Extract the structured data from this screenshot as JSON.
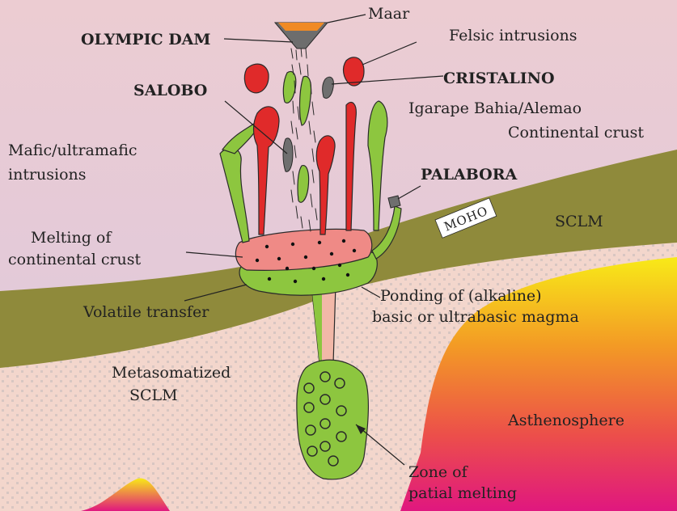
{
  "colors": {
    "continental_crust": "#e8cdd4",
    "sclm": "#8f8a3b",
    "metasomatized_sclm": "#f1d2c8",
    "asthenosphere_top": "#f7e718",
    "asthenosphere_bottom": "#e2197f",
    "mafic_intrusion": "#8dc63f",
    "felsic_intrusion": "#e02a2a",
    "crustal_melt": "#ef8a86",
    "maar": "#f08a24",
    "ore_body": "#7a7a7a"
  },
  "labels": {
    "maar": "Maar",
    "olympic_dam": "OLYMPIC DAM",
    "felsic_intrusions": "Felsic intrusions",
    "salobo": "SALOBO",
    "cristalino": "CRISTALINO",
    "igarape": "Igarape Bahia/Alemao",
    "continental_crust": "Continental crust",
    "mafic_1": "Mafic/ultramafic",
    "mafic_2": "intrusions",
    "palabora": "PALABORA",
    "moho": "MOHO",
    "sclm": "SCLM",
    "melting_1": "Melting of",
    "melting_2": "continental crust",
    "ponding_1": "Ponding of (alkaline)",
    "ponding_2": "basic or ultrabasic magma",
    "volatile": "Volatile transfer",
    "metasomatized_1": "Metasomatized",
    "metasomatized_2": "SCLM",
    "asthenosphere": "Asthenosphere",
    "zone_1": "Zone of",
    "zone_2": "patial melting"
  }
}
